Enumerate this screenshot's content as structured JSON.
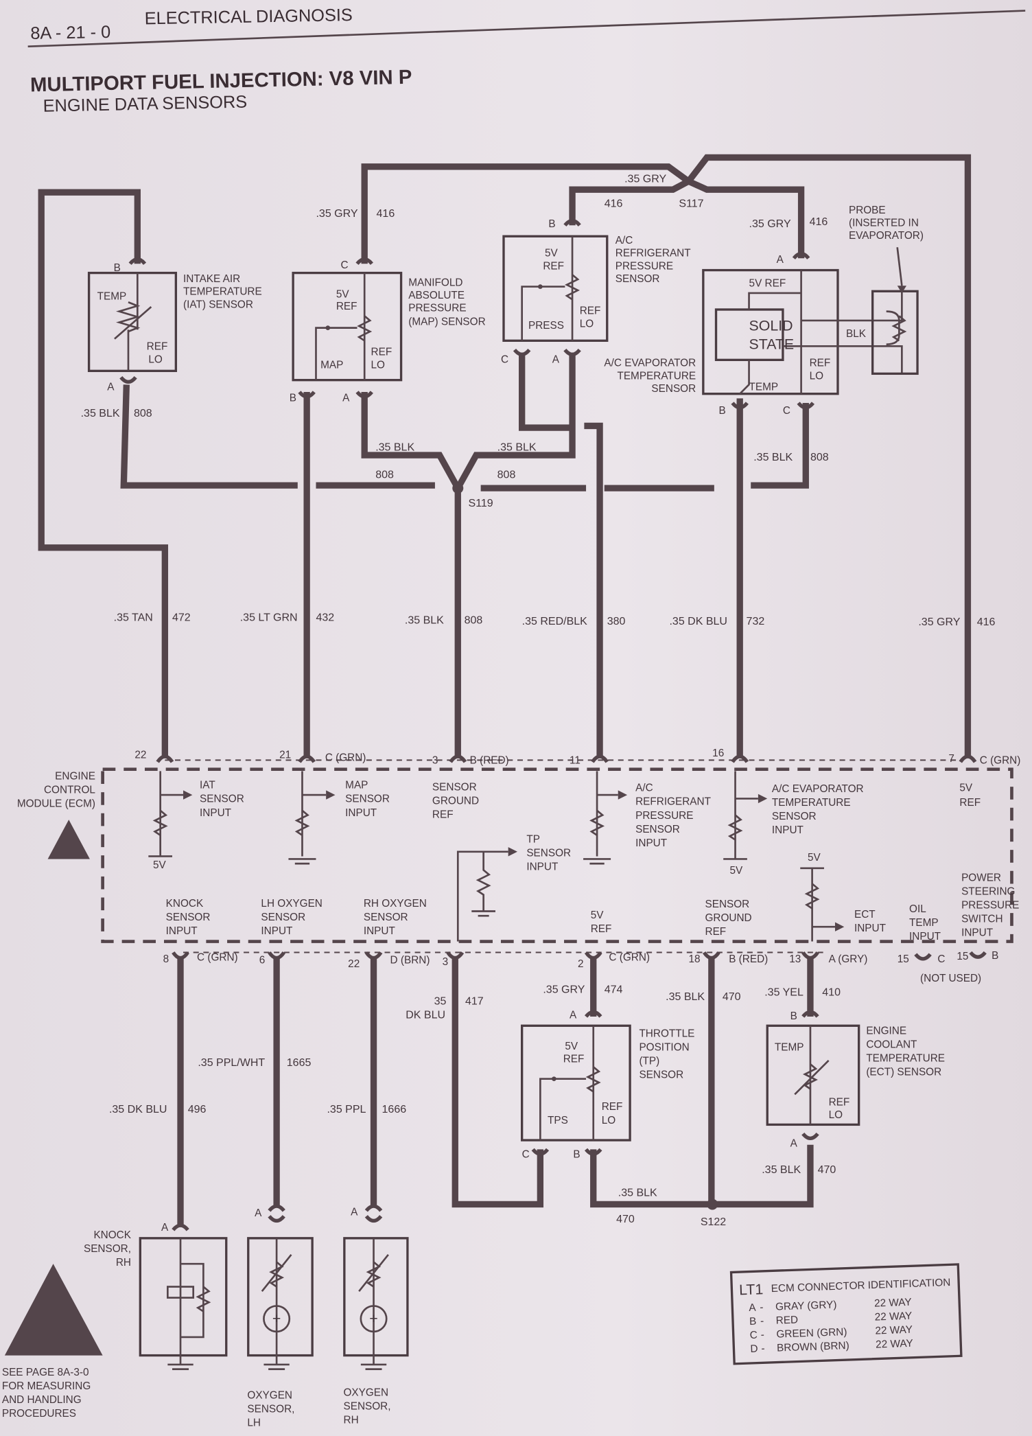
{
  "header": {
    "section": "8A - 21 - 0",
    "section_title": "ELECTRICAL DIAGNOSIS",
    "title": "MULTIPORT FUEL INJECTION:  V8  VIN P",
    "subtitle": "ENGINE DATA SENSORS"
  },
  "iat": {
    "name": [
      "INTAKE AIR",
      "TEMPERATURE",
      "(IAT) SENSOR"
    ],
    "temp": "TEMP",
    "ref": "REF",
    "lo": "LO",
    "pins": [
      "B",
      "A"
    ]
  },
  "map": {
    "name": [
      "MANIFOLD",
      "ABSOLUTE",
      "PRESSURE",
      "(MAP) SENSOR"
    ],
    "fivev": "5V",
    "ref": "REF",
    "map": "MAP",
    "lo": "LO",
    "pins": [
      "C",
      "B",
      "A"
    ]
  },
  "acp": {
    "name": [
      "A/C",
      "REFRIGERANT",
      "PRESSURE",
      "SENSOR"
    ],
    "fivev": "5V",
    "ref": "REF",
    "press": "PRESS",
    "lo": "LO",
    "pins": [
      "B",
      "C",
      "A"
    ]
  },
  "evap": {
    "name": [
      "A/C EVAPORATOR",
      "TEMPERATURE",
      "SENSOR"
    ],
    "fivevref": "5V REF",
    "solid": [
      "SOLID",
      "STATE"
    ],
    "temp": "TEMP",
    "ref": "REF",
    "lo": "LO",
    "blk": "BLK",
    "pins": [
      "A",
      "B",
      "C"
    ],
    "probe": [
      "PROBE",
      "(INSERTED IN",
      "EVAPORATOR)"
    ]
  },
  "tps": {
    "name": [
      "THROTTLE",
      "POSITION",
      "(TP)",
      "SENSOR"
    ],
    "fivev": "5V",
    "ref": "REF",
    "tps": "TPS",
    "lo": "LO",
    "pins": [
      "A",
      "C",
      "B"
    ]
  },
  "ect": {
    "name": [
      "ENGINE",
      "COOLANT",
      "TEMPERATURE",
      "(ECT) SENSOR"
    ],
    "temp": "TEMP",
    "ref": "REF",
    "lo": "LO",
    "pins": [
      "B",
      "A"
    ]
  },
  "knock": {
    "name": [
      "KNOCK",
      "SENSOR,",
      "RH"
    ],
    "pin": "A"
  },
  "o2lh": {
    "name": [
      "OXYGEN",
      "SENSOR,",
      "LH"
    ],
    "pin": "A",
    "plus": "+"
  },
  "o2rh": {
    "name": [
      "OXYGEN",
      "SENSOR,",
      "RH"
    ],
    "pin": "A",
    "plus": "+"
  },
  "splices": {
    "s117": "S117",
    "s119": "S119",
    "s122": "S122"
  },
  "wires": {
    "gry416_top": [
      ".35 GRY",
      "416"
    ],
    "gry416_map": [
      ".35 GRY",
      "416"
    ],
    "gry416_evap": [
      ".35 GRY",
      "416"
    ],
    "blk808_iat": [
      ".35 BLK",
      "808"
    ],
    "blk808_map": [
      ".35 BLK",
      "808"
    ],
    "blk808_acp": [
      ".35 BLK",
      "808"
    ],
    "blk808_evap": [
      ".35 BLK",
      "808"
    ],
    "tan472": [
      ".35 TAN",
      "472"
    ],
    "ltgrn432": [
      ".35 LT GRN",
      "432"
    ],
    "blk808": [
      ".35 BLK",
      "808"
    ],
    "redblk380": [
      ".35 RED/BLK",
      "380"
    ],
    "dkblu732": [
      ".35 DK BLU",
      "732"
    ],
    "gry416": [
      ".35 GRY",
      "416"
    ],
    "gry474": [
      ".35 GRY",
      "474"
    ],
    "blk470": [
      ".35 BLK",
      "470"
    ],
    "yel410": [
      ".35 YEL",
      "410"
    ],
    "dkblu417": [
      "35",
      "DK BLU",
      "417"
    ],
    "pplwht1665": [
      ".35 PPL/WHT",
      "1665"
    ],
    "dkblu496": [
      ".35 DK BLU",
      "496"
    ],
    "ppl1666": [
      ".35 PPL",
      "1666"
    ],
    "blk470_tps": [
      ".35 BLK",
      "470"
    ],
    "blk470_ect": [
      ".35 BLK",
      "470"
    ]
  },
  "ecm": {
    "name": [
      "ENGINE",
      "CONTROL",
      "MODULE (ECM)"
    ],
    "top_pins": {
      "p22": "22",
      "p21": "21",
      "c21": "C (GRN)",
      "p3": "3",
      "b3": "B (RED)",
      "p11": "11",
      "p16": "16",
      "p7": "7",
      "c7": "C (GRN)"
    },
    "bottom_pins": {
      "p8": "8",
      "c8": "C (GRN)",
      "p6": "6",
      "p22": "22",
      "d22": "D (BRN)",
      "p3": "3",
      "p2": "2",
      "c2": "C (GRN)",
      "p18": "18",
      "b18": "B (RED)",
      "p13": "13",
      "a13": "A (GRY)",
      "p15c": "15",
      "c15": "C",
      "p15b": "15",
      "b15": "B",
      "not_used": "(NOT USED)"
    },
    "labels": {
      "iat": [
        "IAT",
        "SENSOR",
        "INPUT"
      ],
      "fivev1": "5V",
      "map": [
        "MAP",
        "SENSOR",
        "INPUT"
      ],
      "sgnd": [
        "SENSOR",
        "GROUND",
        "REF"
      ],
      "acp": [
        "A/C",
        "REFRIGERANT",
        "PRESSURE",
        "SENSOR",
        "INPUT"
      ],
      "evap": [
        "A/C EVAPORATOR",
        "TEMPERATURE",
        "SENSOR",
        "INPUT"
      ],
      "fivev2": "5V",
      "fivevref_top": [
        "5V",
        "REF"
      ],
      "tp": [
        "TP",
        "SENSOR",
        "INPUT"
      ],
      "knock": [
        "KNOCK",
        "SENSOR",
        "INPUT"
      ],
      "lho2": [
        "LH OXYGEN",
        "SENSOR",
        "INPUT"
      ],
      "rho2": [
        "RH OXYGEN",
        "SENSOR",
        "INPUT"
      ],
      "fivevref_bot": [
        "5V",
        "REF"
      ],
      "sgnd2": [
        "SENSOR",
        "GROUND",
        "REF"
      ],
      "fivev3": "5V",
      "ect": [
        "ECT",
        "INPUT"
      ],
      "oil": [
        "OIL",
        "TEMP",
        "INPUT"
      ],
      "ps": [
        "POWER",
        "STEERING",
        "PRESSURE",
        "SWITCH",
        "INPUT"
      ]
    }
  },
  "esd_note": [
    "SEE PAGE 8A-3-0",
    "FOR MEASURING",
    "AND HANDLING",
    "PROCEDURES"
  ],
  "connector_id": {
    "model": "LT1",
    "title": "ECM CONNECTOR IDENTIFICATION",
    "rows": [
      {
        "letter": "A",
        "name": "GRAY (GRY)",
        "ways": "22 WAY"
      },
      {
        "letter": "B",
        "name": "RED",
        "ways": "22 WAY"
      },
      {
        "letter": "C",
        "name": "GREEN (GRN)",
        "ways": "22 WAY"
      },
      {
        "letter": "D",
        "name": "BROWN (BRN)",
        "ways": "22 WAY"
      }
    ]
  }
}
